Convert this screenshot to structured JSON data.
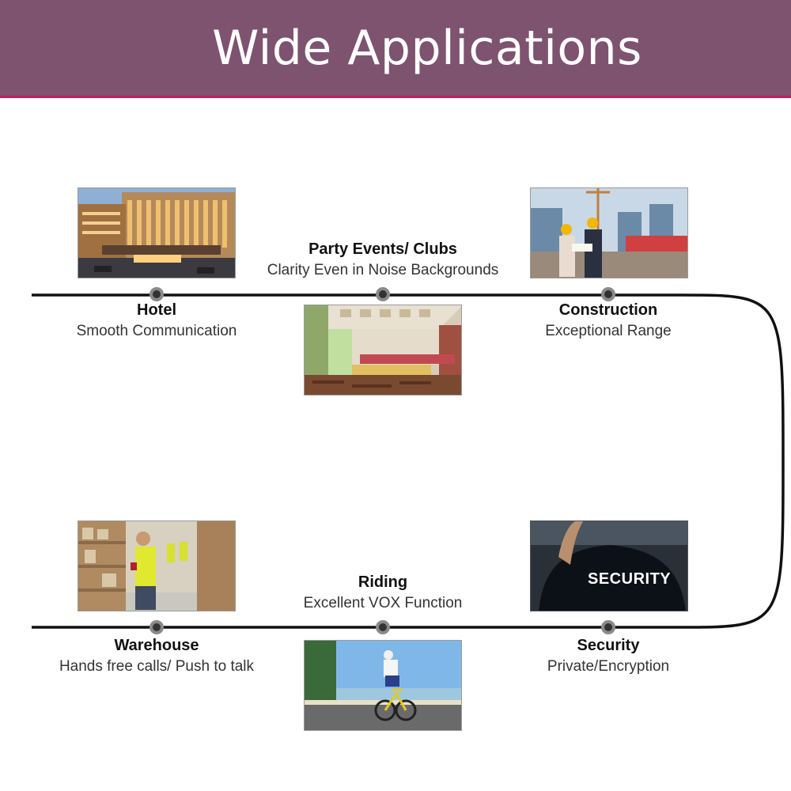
{
  "banner": {
    "title": "Wide Applications"
  },
  "applications": [
    {
      "title": "Hotel",
      "subtitle": "Smooth Communication"
    },
    {
      "title": "Party Events/ Clubs",
      "subtitle": "Clarity Even in Noise Backgrounds"
    },
    {
      "title": "Construction",
      "subtitle": "Exceptional Range"
    },
    {
      "title": "Warehouse",
      "subtitle": "Hands free calls/ Push to talk"
    },
    {
      "title": "Riding",
      "subtitle": "Excellent VOX Function"
    },
    {
      "title": "Security",
      "subtitle": "Private/Encryption"
    }
  ],
  "photos": {
    "security_sign": "SECURITY"
  },
  "colors": {
    "banner": "#7e536f",
    "banner_rule": "#c01f5a",
    "track": "#111111"
  }
}
